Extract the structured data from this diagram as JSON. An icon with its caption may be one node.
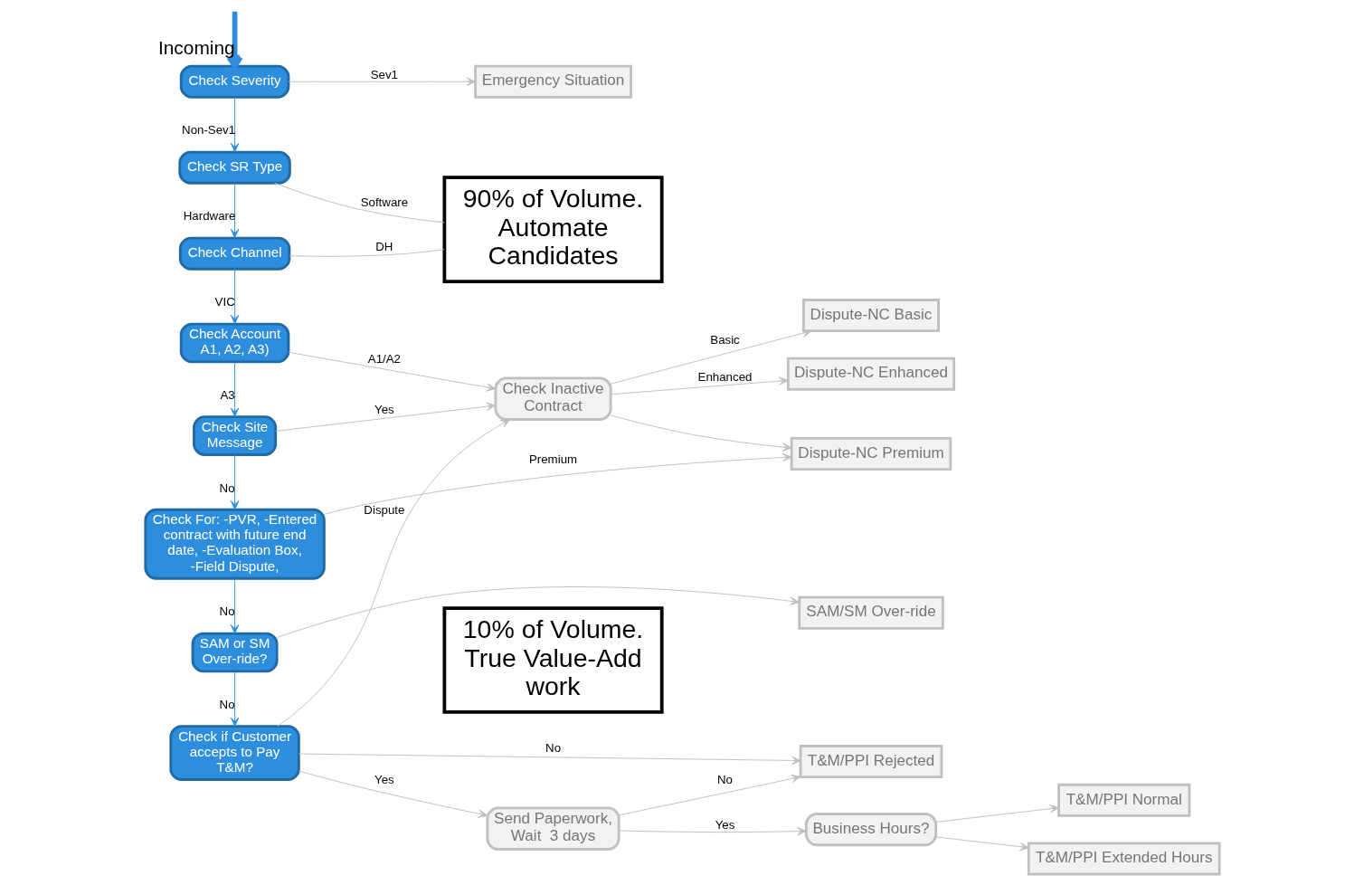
{
  "diagram": {
    "nodes": [
      {
        "text": [
          "Check Severity"
        ]
      },
      {
        "text": [
          "Check SR Type"
        ]
      },
      {
        "text": [
          "Check Channel"
        ]
      },
      {
        "text": [
          "Check Account A1, A2, A3)"
        ]
      },
      {
        "text": [
          "Check Site Message"
        ]
      },
      {
        "text": [
          "Check For: -PVR, -Entered contract with future end date, -Evaluation Box, -Field Dispute,"
        ]
      },
      {
        "text": [
          "SAM or SM Over-ride?"
        ]
      },
      {
        "text": [
          "Check if Customer accepts to Pay T&M?"
        ]
      },
      {
        "text": [
          "Emergency Situation"
        ]
      },
      {
        "text": [
          "90% of Volume. Automate Candidates"
        ]
      },
      {
        "text": [
          "Check Inactive Contract"
        ]
      },
      {
        "text": [
          "Dispute-NC Basic"
        ]
      },
      {
        "text": [
          "Dispute-NC Enhanced"
        ]
      },
      {
        "text": [
          "Dispute-NC Premium"
        ]
      },
      {
        "text": [
          "10% of Volume. True Value-Add work"
        ]
      },
      {
        "text": [
          "SAM/SM Over-ride"
        ]
      },
      {
        "text": [
          "Send Paperwork, Wait  3 days"
        ]
      },
      {
        "text": [
          "Business Hours?"
        ]
      },
      {
        "text": [
          "T&M/PPI Normal"
        ]
      },
      {
        "text": [
          "T&M/PPI Extended Hours"
        ]
      },
      {
        "text": [
          "T&M/PPI Rejected"
        ]
      }
    ],
    "edges": [
      {
        "from": null,
        "to": 0,
        "arrow": "to",
        "label": "Incoming",
        "style": "thick",
        "color": "#2e8ede"
      },
      {
        "from": 0,
        "to": 1,
        "arrow": "to",
        "label": "Non-Sev1",
        "color": "#2e8ede"
      },
      {
        "from": 1,
        "to": 2,
        "arrow": "to",
        "label": "Hardware",
        "color": "#2e8ede"
      },
      {
        "from": 2,
        "to": 3,
        "arrow": "to",
        "label": "VIC",
        "color": "#2e8ede"
      },
      {
        "from": 3,
        "to": 4,
        "arrow": "to",
        "label": "A3",
        "color": "#2e8ede"
      },
      {
        "from": 4,
        "to": 5,
        "arrow": "to",
        "label": "No",
        "color": "#2e8ede"
      },
      {
        "from": 5,
        "to": 6,
        "arrow": "to",
        "label": "No",
        "color": "#2e8ede"
      },
      {
        "from": 6,
        "to": 7,
        "arrow": "to",
        "label": "No",
        "color": "#2e8ede"
      },
      {
        "from": 0,
        "to": 8,
        "arrow": "to",
        "label": "Sev1"
      },
      {
        "from": 1,
        "to": 9,
        "arrow": "none",
        "label": "Software"
      },
      {
        "from": 2,
        "to": 9,
        "arrow": "none",
        "label": "DH"
      },
      {
        "from": 3,
        "to": 10,
        "arrow": "to",
        "label": "A1/A2"
      },
      {
        "from": 4,
        "to": 10,
        "arrow": "to",
        "label": "Yes"
      },
      {
        "from": 7,
        "to": 10,
        "arrow": "to",
        "label": "Dispute"
      },
      {
        "from": 10,
        "to": 11,
        "arrow": "to",
        "label": "Basic"
      },
      {
        "from": 10,
        "to": 12,
        "arrow": "to",
        "label": "Enhanced"
      },
      {
        "from": 10,
        "to": 13,
        "arrow": "to"
      },
      {
        "from": 5,
        "to": 13,
        "arrow": "to",
        "label": "Premium"
      },
      {
        "from": 6,
        "to": 15,
        "arrow": "to"
      },
      {
        "from": 7,
        "to": 16,
        "arrow": "to",
        "label": "Yes"
      },
      {
        "from": 7,
        "to": 20,
        "arrow": "to",
        "label": "No"
      },
      {
        "from": 16,
        "to": 17,
        "arrow": "to",
        "label": "Yes"
      },
      {
        "from": 16,
        "to": 20,
        "arrow": "to",
        "label": "No"
      },
      {
        "from": 17,
        "to": 18,
        "arrow": "to"
      },
      {
        "from": 17,
        "to": 19,
        "arrow": "to"
      }
    ]
  }
}
